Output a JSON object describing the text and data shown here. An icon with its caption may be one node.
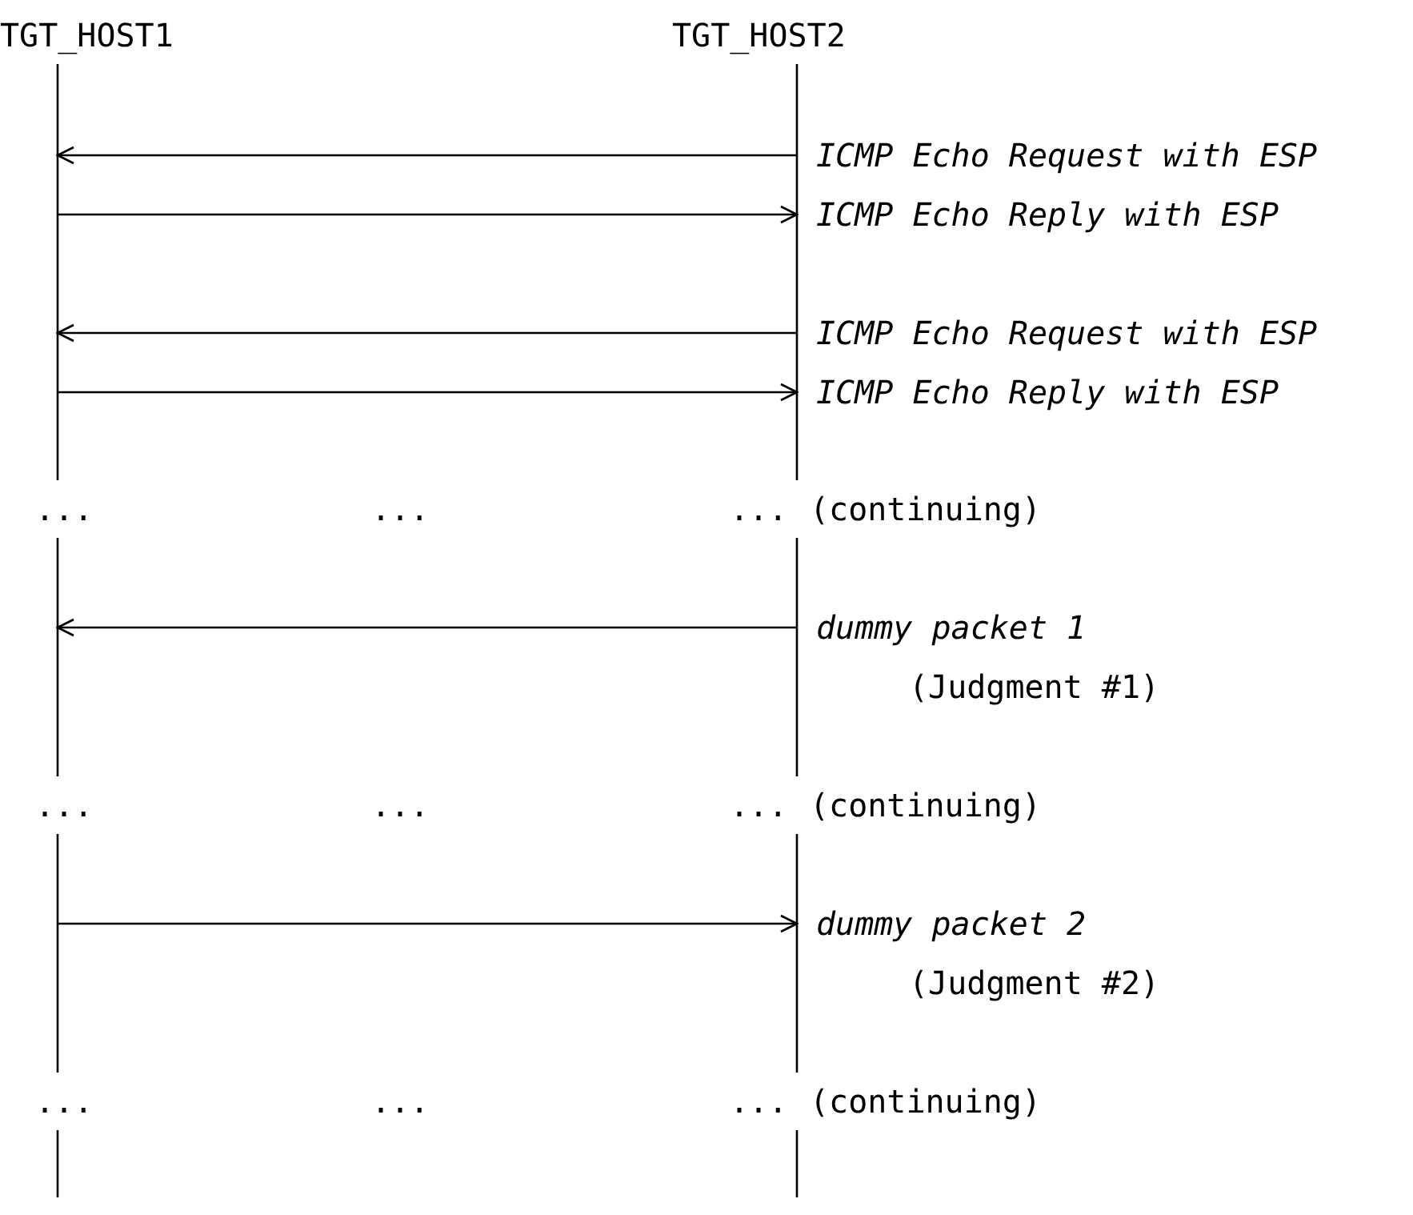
{
  "diagram": {
    "nodes": [
      {
        "text": [
          "TGT_HOST1"
        ]
      },
      {
        "text": [
          "TGT_HOST2"
        ]
      }
    ],
    "edges": [
      {
        "from": 1,
        "to": 0,
        "arrow": "to",
        "label": "ICMP Echo Request with ESP"
      },
      {
        "from": 0,
        "to": 1,
        "arrow": "to",
        "label": "ICMP Echo Reply with ESP"
      },
      {
        "from": 1,
        "to": 0,
        "arrow": "to",
        "label": "ICMP Echo Request with ESP"
      },
      {
        "from": 0,
        "to": 1,
        "arrow": "to",
        "label": "ICMP Echo Reply with ESP"
      },
      {
        "from": 1,
        "to": 0,
        "arrow": "to",
        "label": "dummy packet 1"
      },
      {
        "from": 0,
        "to": 1,
        "arrow": "to",
        "label": "dummy packet 2"
      }
    ],
    "labels": [
      "...",
      "...",
      "...",
      "(continuing)",
      "(Judgment #1)",
      "...",
      "...",
      "...",
      "(continuing)",
      "(Judgment #2)",
      "...",
      "...",
      "...",
      "(continuing)"
    ]
  }
}
